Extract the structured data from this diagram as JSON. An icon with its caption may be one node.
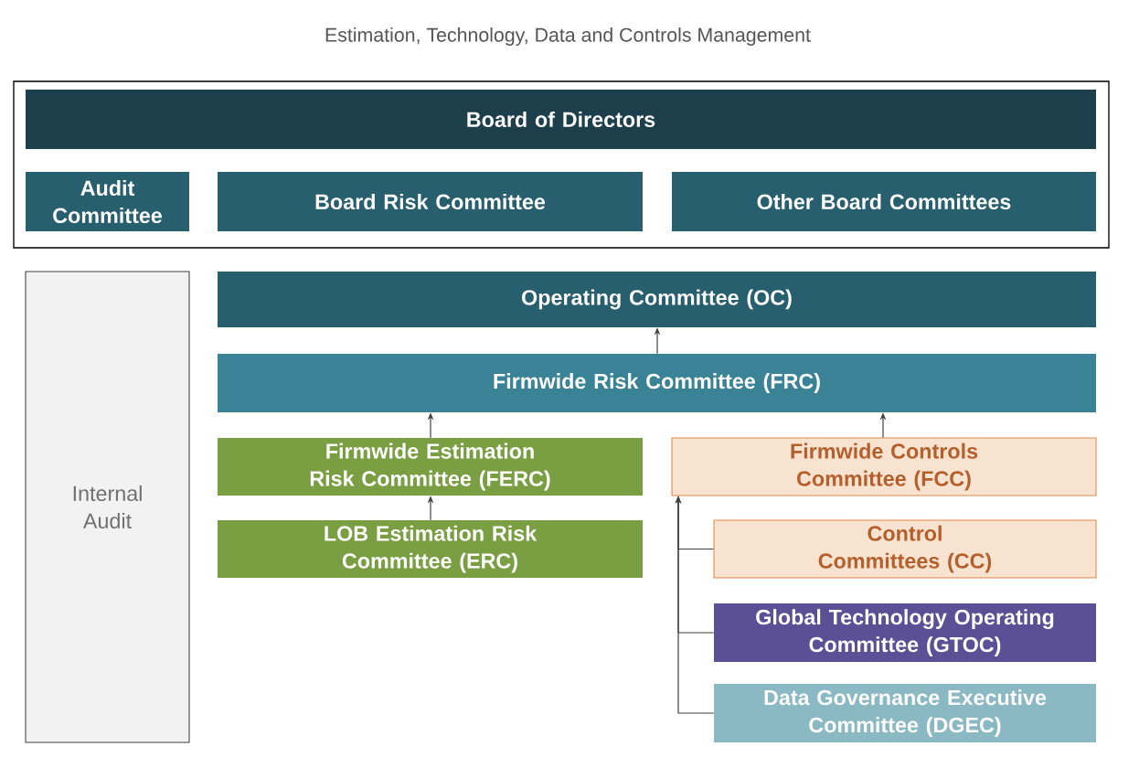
{
  "diagram": {
    "title": "Estimation, Technology, Data and Controls Management",
    "nodes": [
      {
        "text": [],
        "shape": "box"
      },
      {
        "text": [
          "Board of Directors"
        ],
        "in": 0
      },
      {
        "text": [
          "Audit Committee"
        ],
        "in": 0
      },
      {
        "text": [
          "Board Risk Committee"
        ],
        "in": 0
      },
      {
        "text": [
          "Other Board Committees"
        ],
        "in": 0
      },
      {
        "text": [
          "Internal Audit"
        ]
      },
      {
        "text": [
          "Operating Committee (OC)"
        ]
      },
      {
        "text": [
          "Firmwide Risk Committee (FRC)"
        ]
      },
      {
        "text": [
          "Firmwide Estimation Risk Committee (FERC)"
        ]
      },
      {
        "text": [
          "Firmwide Controls Committee (FCC)"
        ]
      },
      {
        "text": [
          "LOB Estimation Risk Committee (ERC)"
        ]
      },
      {
        "text": [
          "Control Committees (CC)"
        ]
      },
      {
        "text": [
          "Global Technology Operating Committee (GTOC)"
        ]
      },
      {
        "text": [
          "Data Governance Executive Committee (DGEC)"
        ]
      }
    ],
    "edges": [
      {
        "from": 7,
        "to": 6,
        "arrow": "to"
      },
      {
        "from": 8,
        "to": 7,
        "arrow": "to"
      },
      {
        "from": 9,
        "to": 7,
        "arrow": "to"
      },
      {
        "from": 10,
        "to": 8,
        "arrow": "to"
      },
      {
        "from": 11,
        "to": 9,
        "arrow": "to"
      },
      {
        "from": 12,
        "to": 9,
        "arrow": "to"
      },
      {
        "from": 13,
        "to": 9,
        "arrow": "to"
      }
    ]
  }
}
